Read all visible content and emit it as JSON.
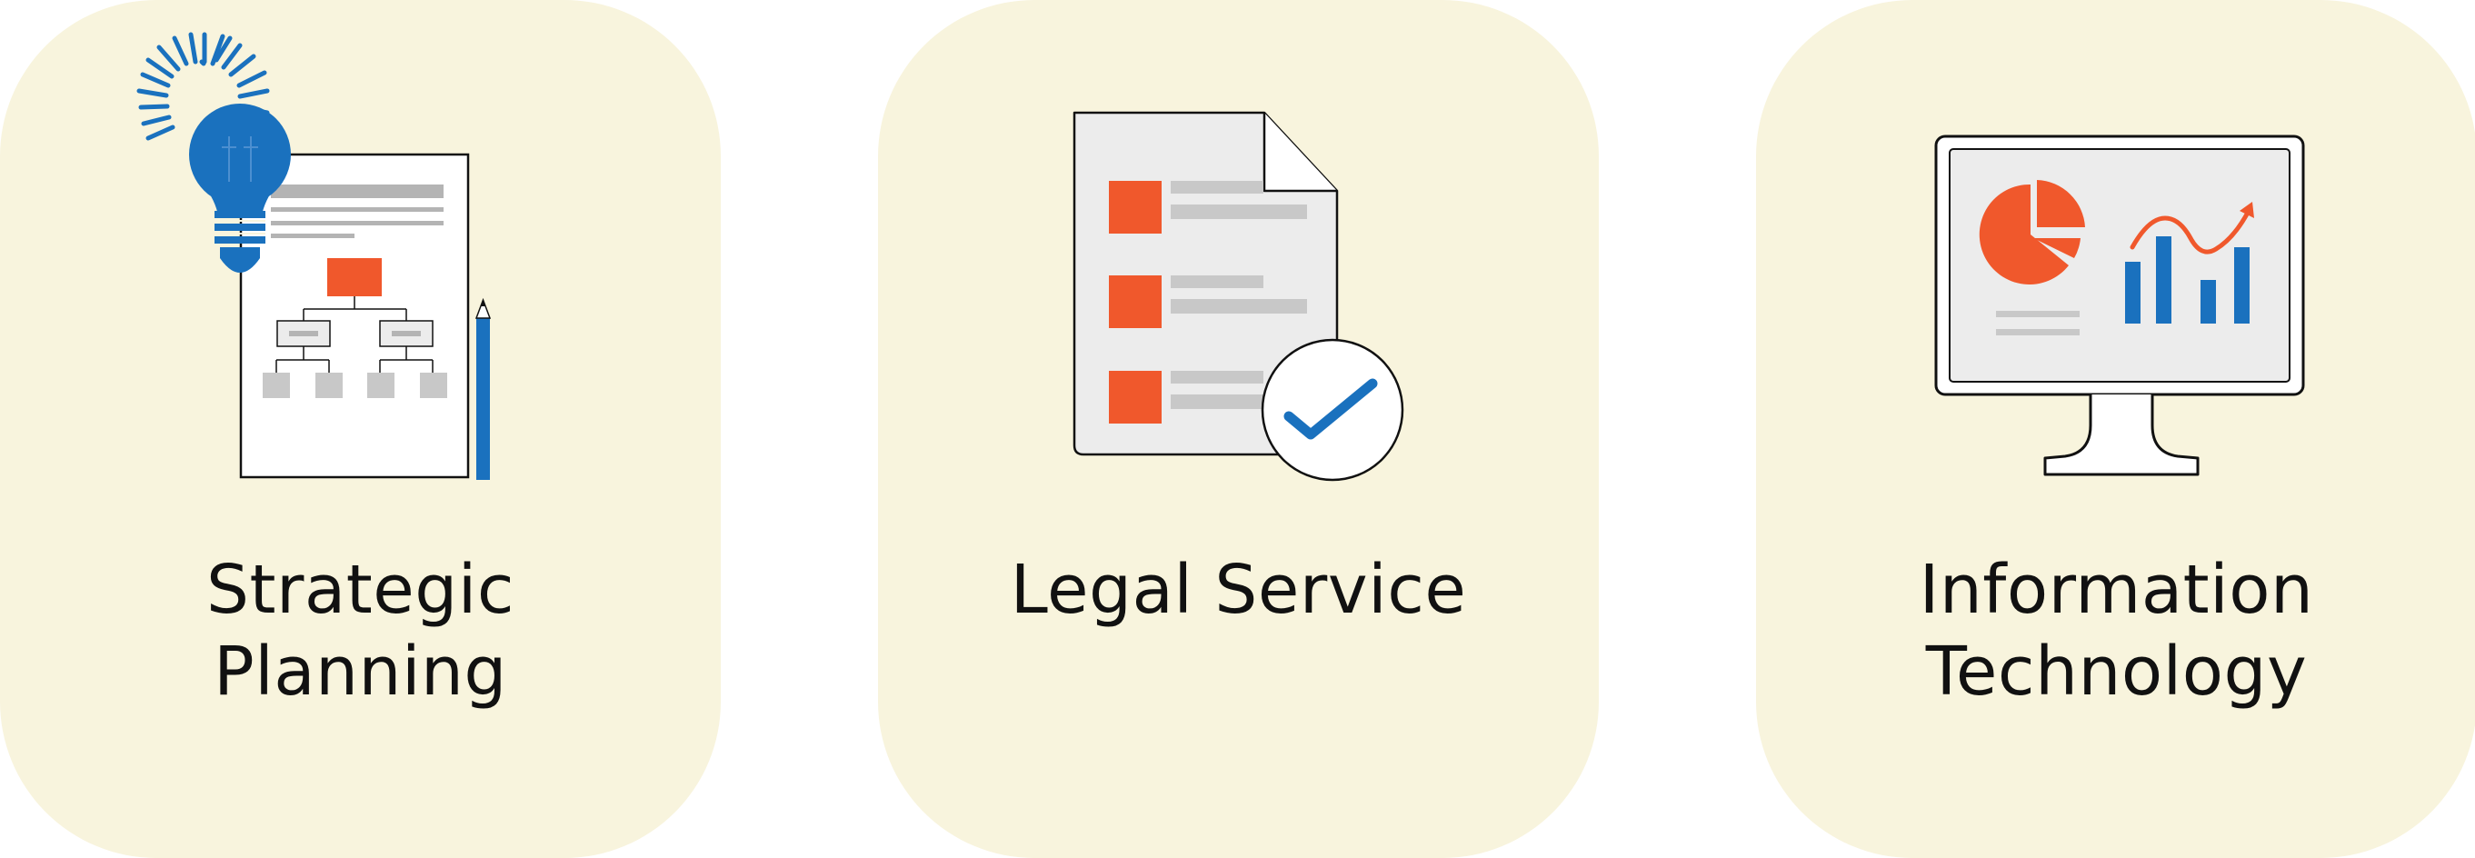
{
  "cards": [
    {
      "id": "strategic-planning",
      "title_line1": "Strategic",
      "title_line2": "Planning",
      "icon": "lightbulb-document-icon"
    },
    {
      "id": "legal-service",
      "title_line1": "Legal Service",
      "title_line2": "",
      "icon": "checklist-document-icon"
    },
    {
      "id": "information-technology",
      "title_line1": "Information",
      "title_line2": "Technology",
      "icon": "monitor-chart-icon"
    }
  ],
  "colors": {
    "card_background": "#f8f4dd",
    "accent_orange": "#f0582c",
    "accent_blue": "#1a71be",
    "placeholder_gray": "#c8c8c8",
    "outline": "#111111"
  }
}
